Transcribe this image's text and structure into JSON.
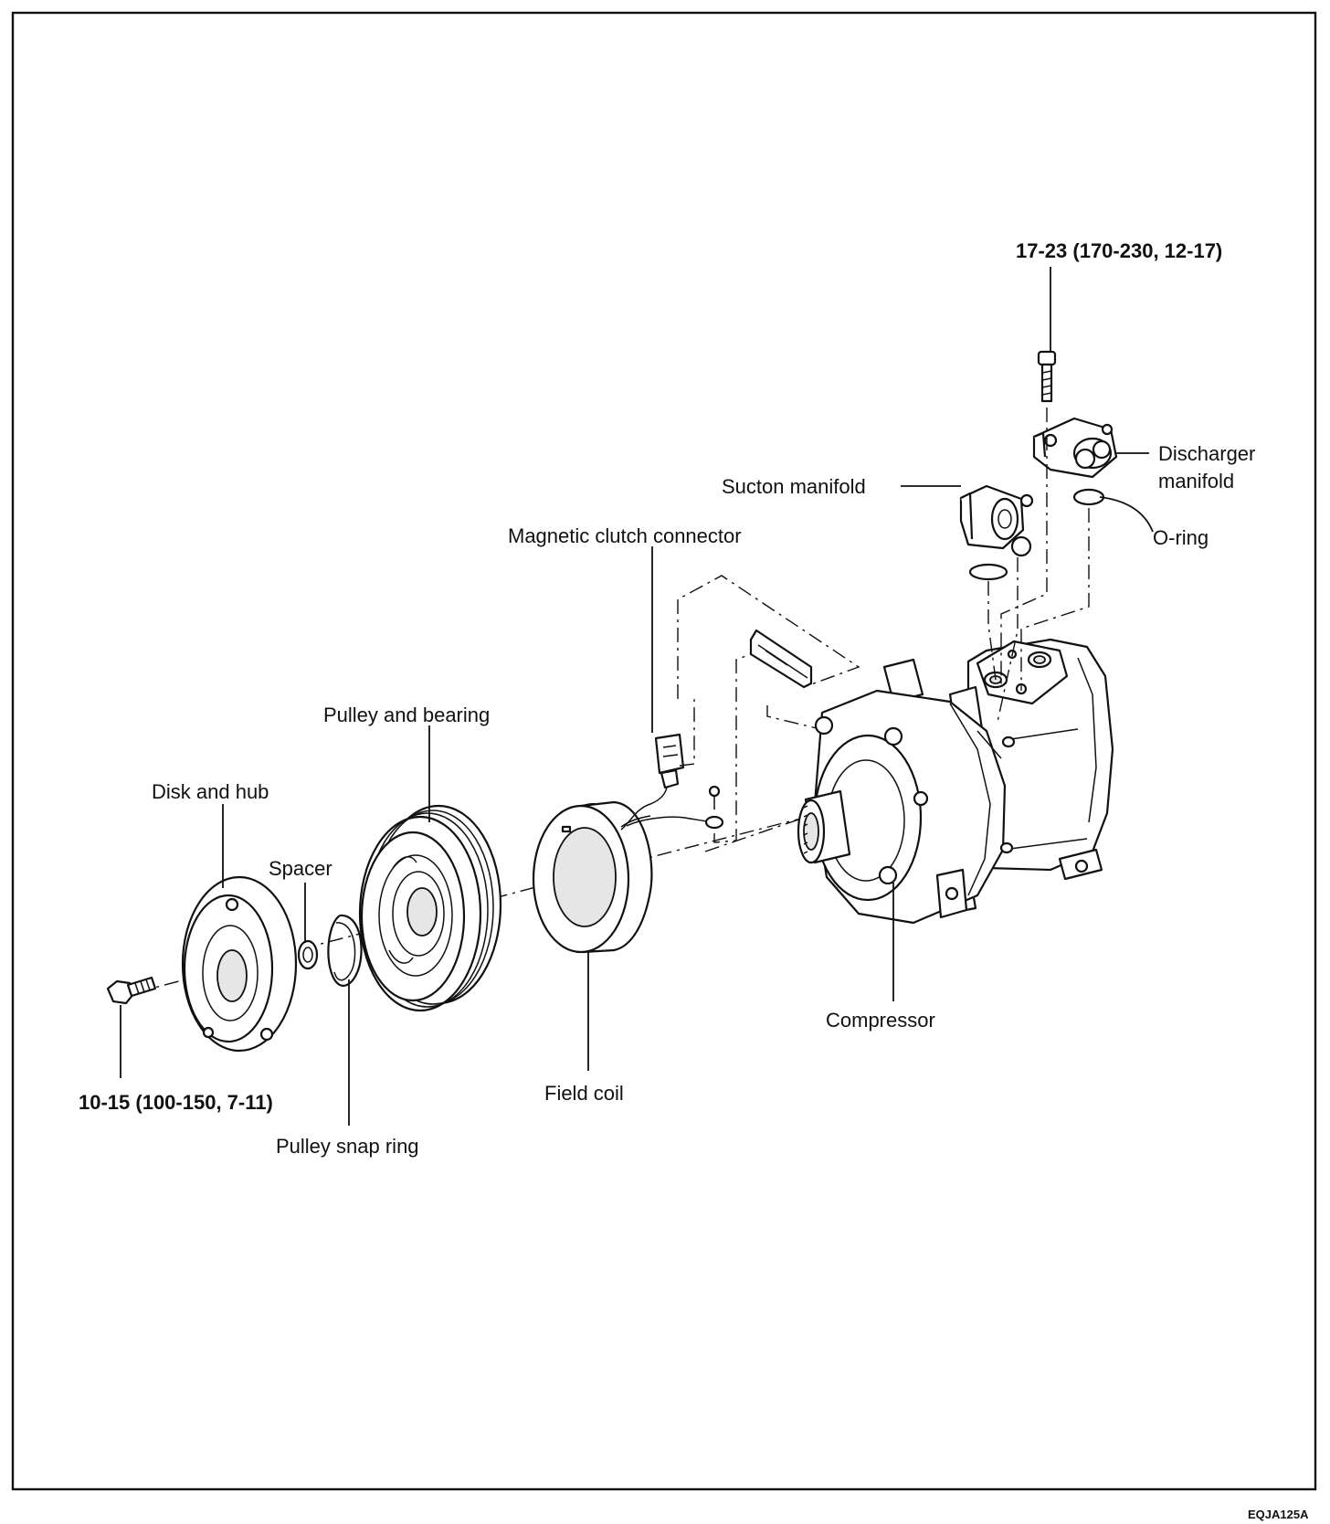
{
  "labels": {
    "torque_manifold_bolt": "17-23 (170-230, 12-17)",
    "discharger_manifold_line1": "Discharger",
    "discharger_manifold_line2": "manifold",
    "suction_manifold": "Sucton manifold",
    "o_ring": "O-ring",
    "magnetic_clutch_connector": "Magnetic clutch connector",
    "pulley_and_bearing": "Pulley and bearing",
    "disk_and_hub": "Disk and hub",
    "spacer": "Spacer",
    "compressor": "Compressor",
    "field_coil": "Field coil",
    "torque_hub_bolt": "10-15 (100-150, 7-11)",
    "pulley_snap_ring": "Pulley snap ring",
    "figure_code": "EQJA125A"
  }
}
